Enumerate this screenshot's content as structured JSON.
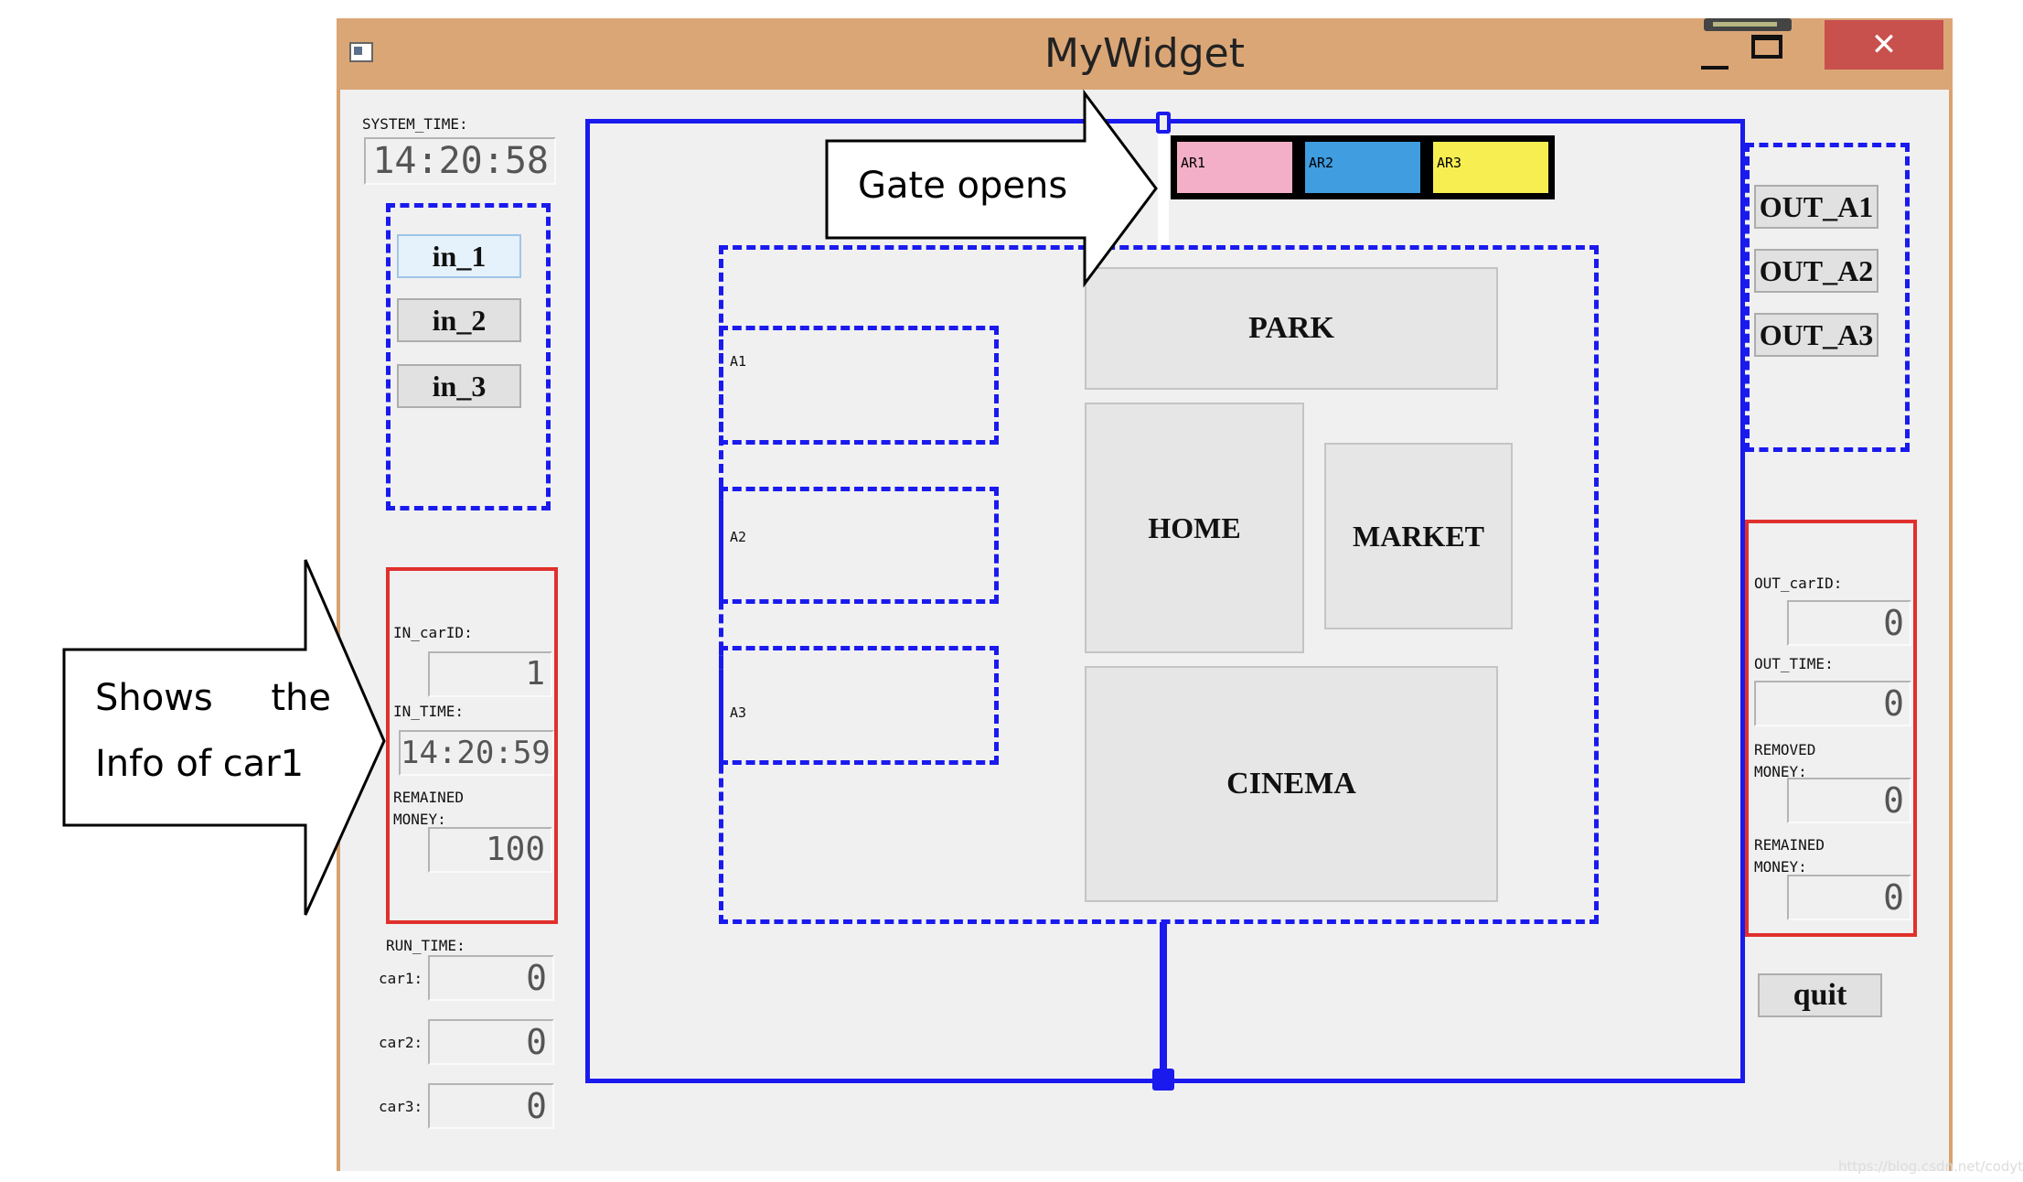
{
  "window": {
    "title": "MyWidget",
    "close_glyph": "✕"
  },
  "system_time": {
    "label": "SYSTEM_TIME:",
    "value": "14:20:58"
  },
  "in_buttons": [
    "in_1",
    "in_2",
    "in_3"
  ],
  "in_info": {
    "car_id_label": "IN_carID:",
    "car_id": "1",
    "time_label": "IN_TIME:",
    "time": "14:20:59",
    "money_label_1": "REMAINED",
    "money_label_2": "MONEY:",
    "money": "100"
  },
  "run_time": {
    "label": "RUN_TIME:",
    "cars": [
      {
        "label": "car1:",
        "value": "0"
      },
      {
        "label": "car2:",
        "value": "0"
      },
      {
        "label": "car3:",
        "value": "0"
      }
    ]
  },
  "gates": [
    "AR1",
    "AR2",
    "AR3"
  ],
  "gate_colors": [
    "#f3afc7",
    "#3f9de0",
    "#f7ef52"
  ],
  "areas": [
    "A1",
    "A2",
    "A3"
  ],
  "places": {
    "park": "PARK",
    "home": "HOME",
    "market": "MARKET",
    "cinema": "CINEMA"
  },
  "out_buttons": [
    "OUT_A1",
    "OUT_A2",
    "OUT_A3"
  ],
  "out_info": {
    "car_id_label": "OUT_carID:",
    "car_id": "0",
    "time_label": "OUT_TIME:",
    "time": "0",
    "removed_label_1": "REMOVED",
    "removed_label_2": "MONEY:",
    "removed": "0",
    "remained_label_1": "REMAINED",
    "remained_label_2": "MONEY:",
    "remained": "0"
  },
  "quit_label": "quit",
  "callouts": {
    "gate": "Gate opens",
    "info_line1": "Shows     the",
    "info_line2": "Info of car1"
  },
  "watermark": "https://blog.csdn.net/codytele",
  "colors": {
    "frame_blue": "#1a1aee",
    "info_red": "#e0302c",
    "title_bar": "#daa676",
    "close_red": "#c8504d"
  }
}
